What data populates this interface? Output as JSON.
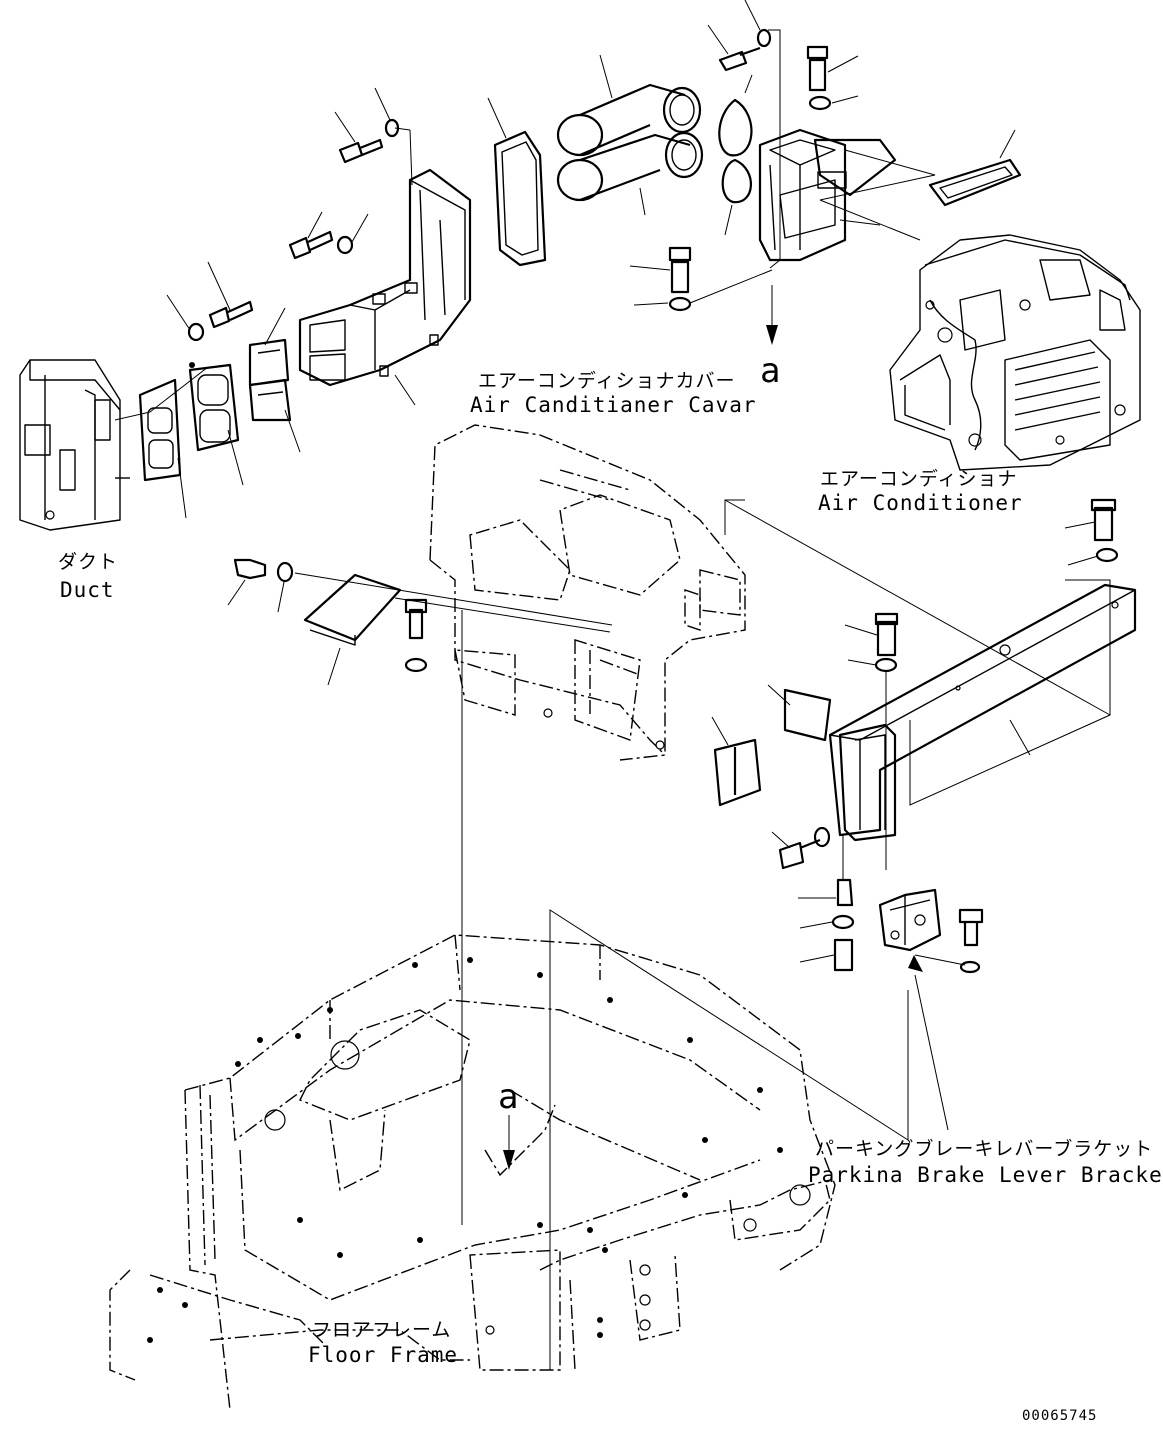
{
  "labels": {
    "duct_jp": "ダクト",
    "duct_en": "Duct",
    "ac_cover_jp": "エアーコンディショナカバー",
    "ac_cover_en": "Air Canditianer Cavar",
    "ac_jp": "エアーコンディショナ",
    "ac_en": "Air Conditioner",
    "parking_jp": "パーキングブレーキレバーブラケット",
    "parking_en": "Parkina Brake Lever Bracket",
    "floor_jp": "フロアフレーム",
    "floor_en": "Floor Frame"
  },
  "markers": {
    "ref_a_top": "a",
    "ref_a_bottom": "a"
  },
  "doc_number": "00065745"
}
